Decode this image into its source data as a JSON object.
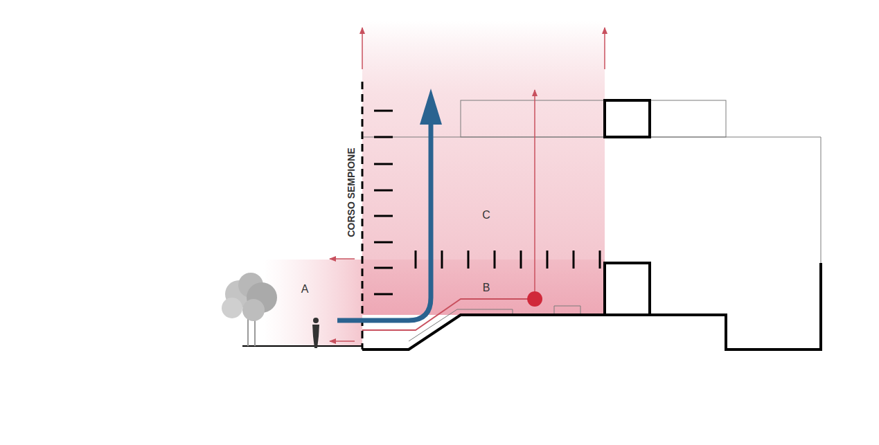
{
  "diagram": {
    "labels": [
      "CORSO SEMPIONE",
      "A",
      "B",
      "C"
    ]
  }
}
